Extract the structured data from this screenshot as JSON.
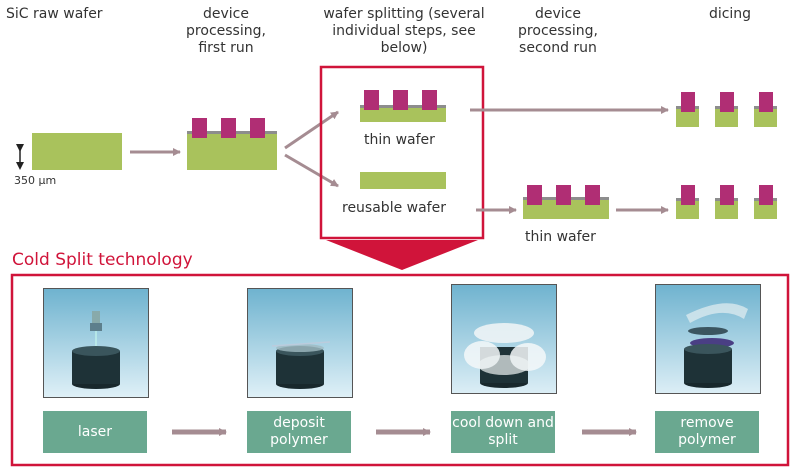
{
  "headers": {
    "raw": "SiC raw wafer",
    "process1": "device processing, first run",
    "split": "wafer splitting (several individual steps, see below)",
    "process2": "device processing, second run",
    "dicing": "dicing"
  },
  "labels": {
    "thickness": "350 µm",
    "thin_wafer_top": "thin wafer",
    "reusable_wafer": "reusable wafer",
    "thin_wafer_bottom": "thin wafer"
  },
  "cold_split": {
    "title": "Cold Split technology",
    "steps": [
      "laser",
      "deposit polymer",
      "cool down and split",
      "remove polymer"
    ]
  },
  "colors": {
    "wafer": "#a9c25c",
    "device": "#b02e74",
    "arrow": "#a58c92",
    "accent_red": "#d0143a",
    "step_box": "#6aa890"
  }
}
